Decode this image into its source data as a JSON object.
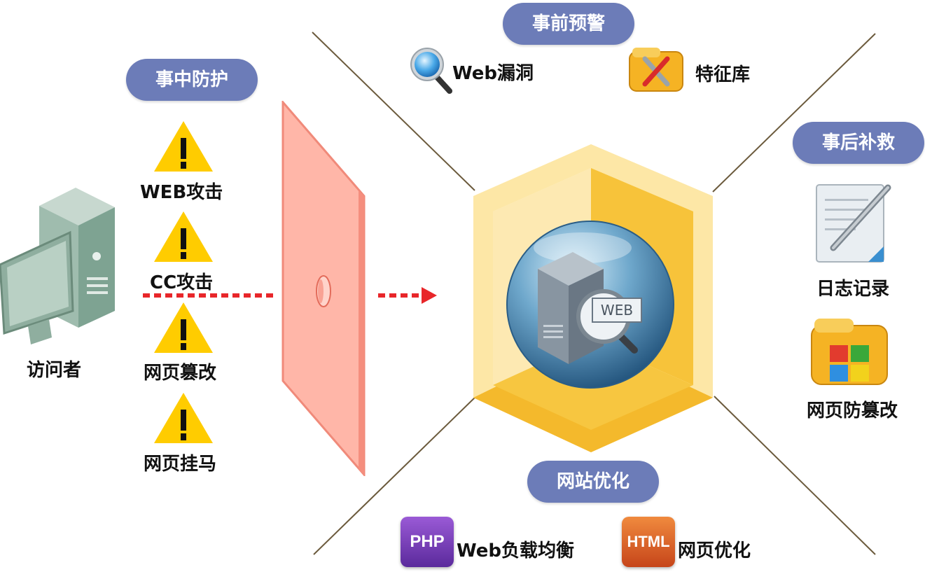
{
  "sections": {
    "pre_warning": "事前预警",
    "in_protection": "事中防护",
    "post_remedy": "事后补救",
    "site_optimization": "网站优化"
  },
  "pre_items": [
    {
      "label": "Web漏洞",
      "icon": "magnifier-icon"
    },
    {
      "label": "特征库",
      "icon": "toolbox-icon"
    }
  ],
  "threats": [
    "WEB攻击",
    "CC攻击",
    "网页篡改",
    "网页挂马"
  ],
  "visitor": {
    "label": "访问者",
    "icon": "computer-icon"
  },
  "post_items": [
    {
      "label": "日志记录",
      "icon": "document-pen-icon"
    },
    {
      "label": "网页防篡改",
      "icon": "folder-apps-icon"
    }
  ],
  "opt_items": [
    {
      "label": "Web负载均衡",
      "badge": "PHP"
    },
    {
      "label": "网页优化",
      "badge": "HTML"
    }
  ],
  "center_badge": "WEB",
  "colors": {
    "pill": "#6c7cb8",
    "warning": "#ffcc00",
    "shield": "#ffb3a6",
    "attack_line": "#e8262a",
    "box_gold": "#f7c33a",
    "box_light": "#fde7a6"
  }
}
